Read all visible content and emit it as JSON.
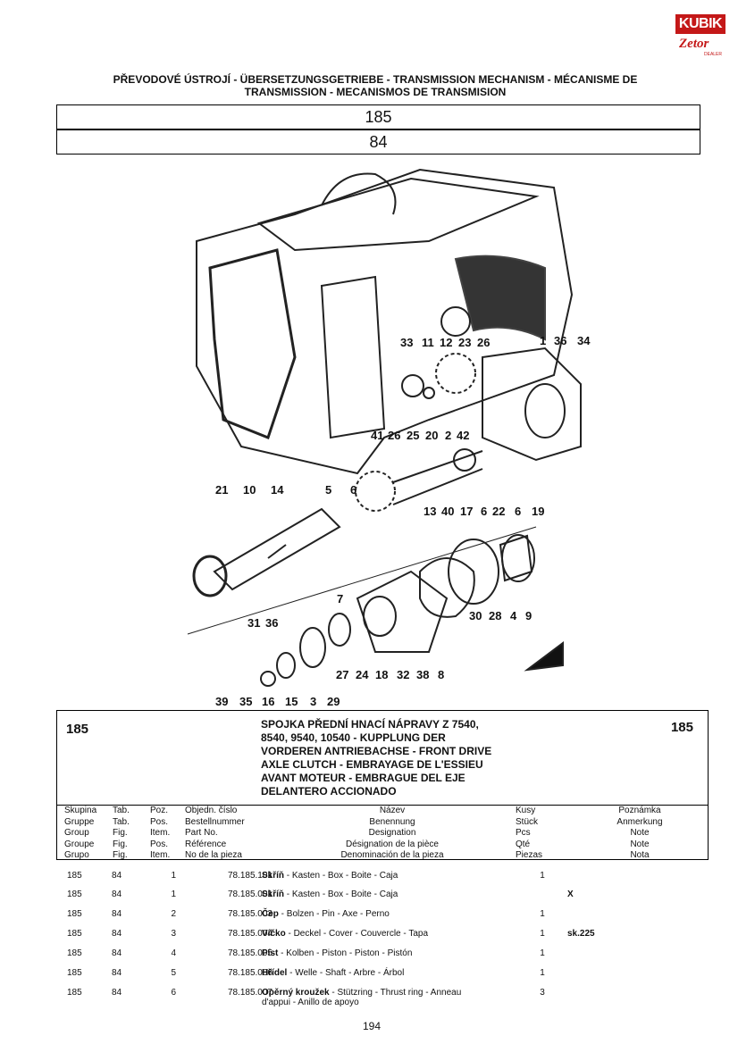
{
  "brand": {
    "kubik": "KUBIK",
    "zetor": "Zetor",
    "dealer": "DEALER"
  },
  "title": "PŘEVODOVÉ ÚSTROJÍ - ÜBERSETZUNGSGETRIEBE - TRANSMISSION MECHANISM - MÉCANISME DE TRANSMISSION - MECANISMOS DE TRANSMISION",
  "group_number": "185",
  "table_number": "84",
  "part_labels": [
    "33",
    "11",
    "12",
    "23",
    "26",
    "1",
    "36",
    "34",
    "41",
    "26",
    "25",
    "20",
    "2",
    "42",
    "21",
    "10",
    "14",
    "5",
    "6",
    "13",
    "40",
    "17",
    "6",
    "22",
    "6",
    "19",
    "7",
    "30",
    "28",
    "4",
    "9",
    "31",
    "36",
    "27",
    "24",
    "18",
    "32",
    "38",
    "8",
    "39",
    "35",
    "16",
    "15",
    "3",
    "29"
  ],
  "info": {
    "group_left": "185",
    "group_right": "185",
    "assembly_lines": [
      "SPOJKA PŘEDNÍ HNACÍ NÁPRAVY Z 7540,",
      "8540, 9540, 10540 - KUPPLUNG DER",
      "VORDEREN ANTRIEBACHSE - FRONT DRIVE",
      "AXLE CLUTCH - EMBRAYAGE DE L'ESSIEU",
      "AVANT MOTEUR - EMBRAGUE DEL EJE",
      "DELANTERO ACCIONADO"
    ]
  },
  "columns": {
    "group": [
      "Skupina",
      "Gruppe",
      "Group",
      "Groupe",
      "Grupo"
    ],
    "table": [
      "Tab.",
      "Tab.",
      "Fig.",
      "Fig.",
      "Fig."
    ],
    "pos": [
      "Poz.",
      "Pos.",
      "Item.",
      "Pos.",
      "Item."
    ],
    "part": [
      "Objedn. číslo",
      "Bestellnummer",
      "Part No.",
      "Référence",
      "No de la pieza"
    ],
    "name": [
      "Název",
      "Benennung",
      "Designation",
      "Désignation de la pièce",
      "Denominación de la pieza"
    ],
    "qty": [
      "Kusy",
      "Stück",
      "Pcs",
      "Qté",
      "Piezas"
    ],
    "note": [
      "Poznámka",
      "Anmerkung",
      "Note",
      "Note",
      "Nota"
    ]
  },
  "rows": [
    {
      "group": "185",
      "table": "84",
      "pos": "1",
      "part": "78.185.101",
      "name_bold": "Skříň",
      "name_rest": " - Kasten - Box - Boite - Caja",
      "name_line2": "",
      "qty": "1",
      "note": ""
    },
    {
      "group": "185",
      "table": "84",
      "pos": "1",
      "part": "78.185.001",
      "name_bold": "Skříň",
      "name_rest": " - Kasten - Box - Boite - Caja",
      "name_line2": "",
      "qty": "",
      "note": "X"
    },
    {
      "group": "185",
      "table": "84",
      "pos": "2",
      "part": "78.185.003",
      "name_bold": "Čep",
      "name_rest": " - Bolzen - Pin - Axe - Perno",
      "name_line2": "",
      "qty": "1",
      "note": ""
    },
    {
      "group": "185",
      "table": "84",
      "pos": "3",
      "part": "78.185.004",
      "name_bold": "Víčko",
      "name_rest": " - Deckel - Cover - Couvercle - Tapa",
      "name_line2": "",
      "qty": "1",
      "note": "sk.225"
    },
    {
      "group": "185",
      "table": "84",
      "pos": "4",
      "part": "78.185.005",
      "name_bold": "Píst",
      "name_rest": " - Kolben - Piston - Piston - Pistón",
      "name_line2": "",
      "qty": "1",
      "note": ""
    },
    {
      "group": "185",
      "table": "84",
      "pos": "5",
      "part": "78.185.006",
      "name_bold": "Hřídel",
      "name_rest": " - Welle - Shaft - Arbre - Árbol",
      "name_line2": "",
      "qty": "1",
      "note": ""
    },
    {
      "group": "185",
      "table": "84",
      "pos": "6",
      "part": "78.185.007",
      "name_bold": "Opěrný kroužek",
      "name_rest": " - Stützring - Thrust ring - Anneau",
      "name_line2": "d'appui - Anillo de apoyo",
      "qty": "3",
      "note": ""
    }
  ],
  "page_number": "194"
}
